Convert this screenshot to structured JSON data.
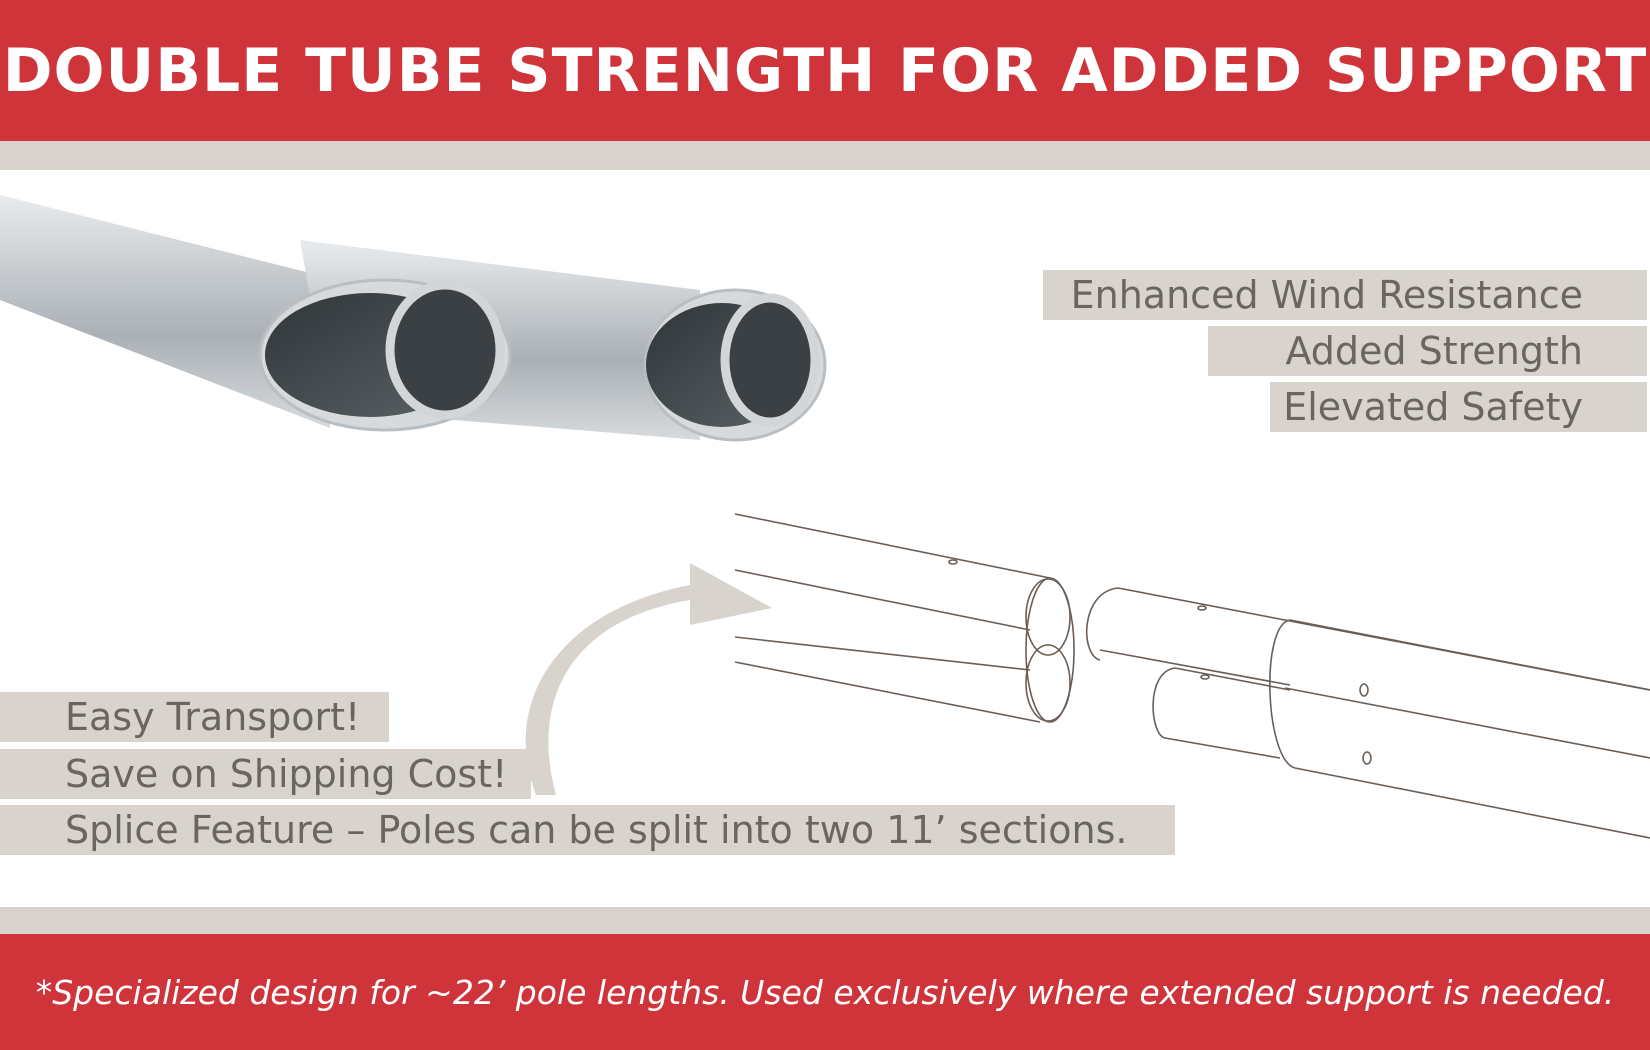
{
  "header": {
    "title": "DOUBLE TUBE STRENGTH FOR ADDED SUPPORT"
  },
  "features": [
    "Enhanced Wind Resistance",
    "Added Strength",
    "Elevated Safety"
  ],
  "benefits": [
    "Easy Transport!",
    "Save on Shipping Cost!",
    "Splice Feature – Poles can be split into two 11’ sections."
  ],
  "footer": {
    "note": "*Specialized design for ~22’ pole lengths. Used exclusively where extended support is needed."
  },
  "colors": {
    "brand_red": "#cf343a",
    "stripe_beige": "#d8d4cd",
    "text_gray": "#6b655f"
  }
}
